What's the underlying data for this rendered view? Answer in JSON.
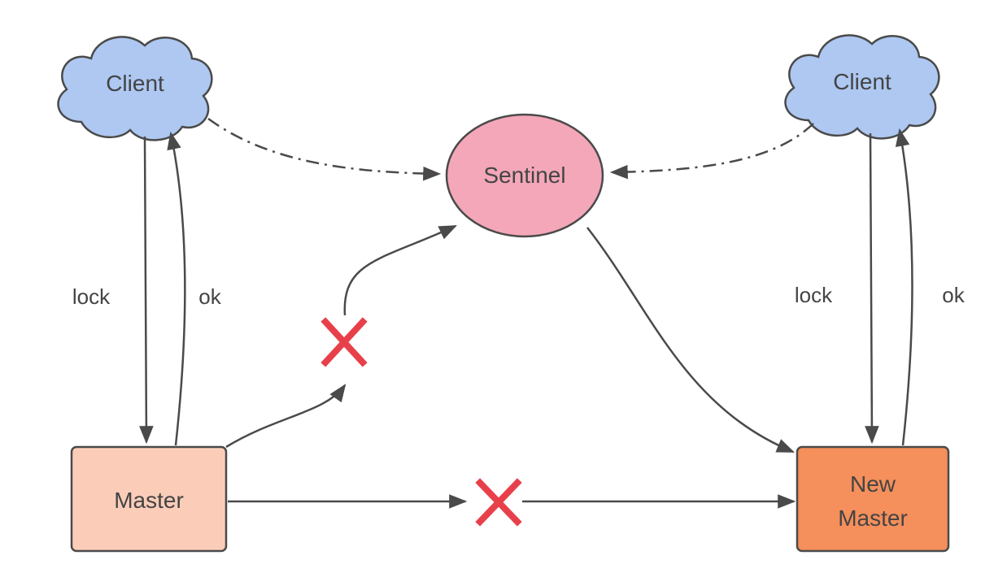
{
  "nodes": {
    "client_left": {
      "label": "Client",
      "color": "#aec8f2"
    },
    "client_right": {
      "label": "Client",
      "color": "#aec8f2"
    },
    "sentinel": {
      "label": "Sentinel",
      "color": "#f4a7b9"
    },
    "master": {
      "label": "Master",
      "color": "#fbcdb9"
    },
    "new_master": {
      "label_line1": "New",
      "label_line2": "Master",
      "color": "#f58f5b"
    }
  },
  "edges": {
    "left_lock": "lock",
    "left_ok": "ok",
    "right_lock": "lock",
    "right_ok": "ok"
  },
  "colors": {
    "line": "#4a4a4a",
    "failure_mark": "#e8404a"
  },
  "icons": {
    "failure": "cross-mark-icon"
  }
}
